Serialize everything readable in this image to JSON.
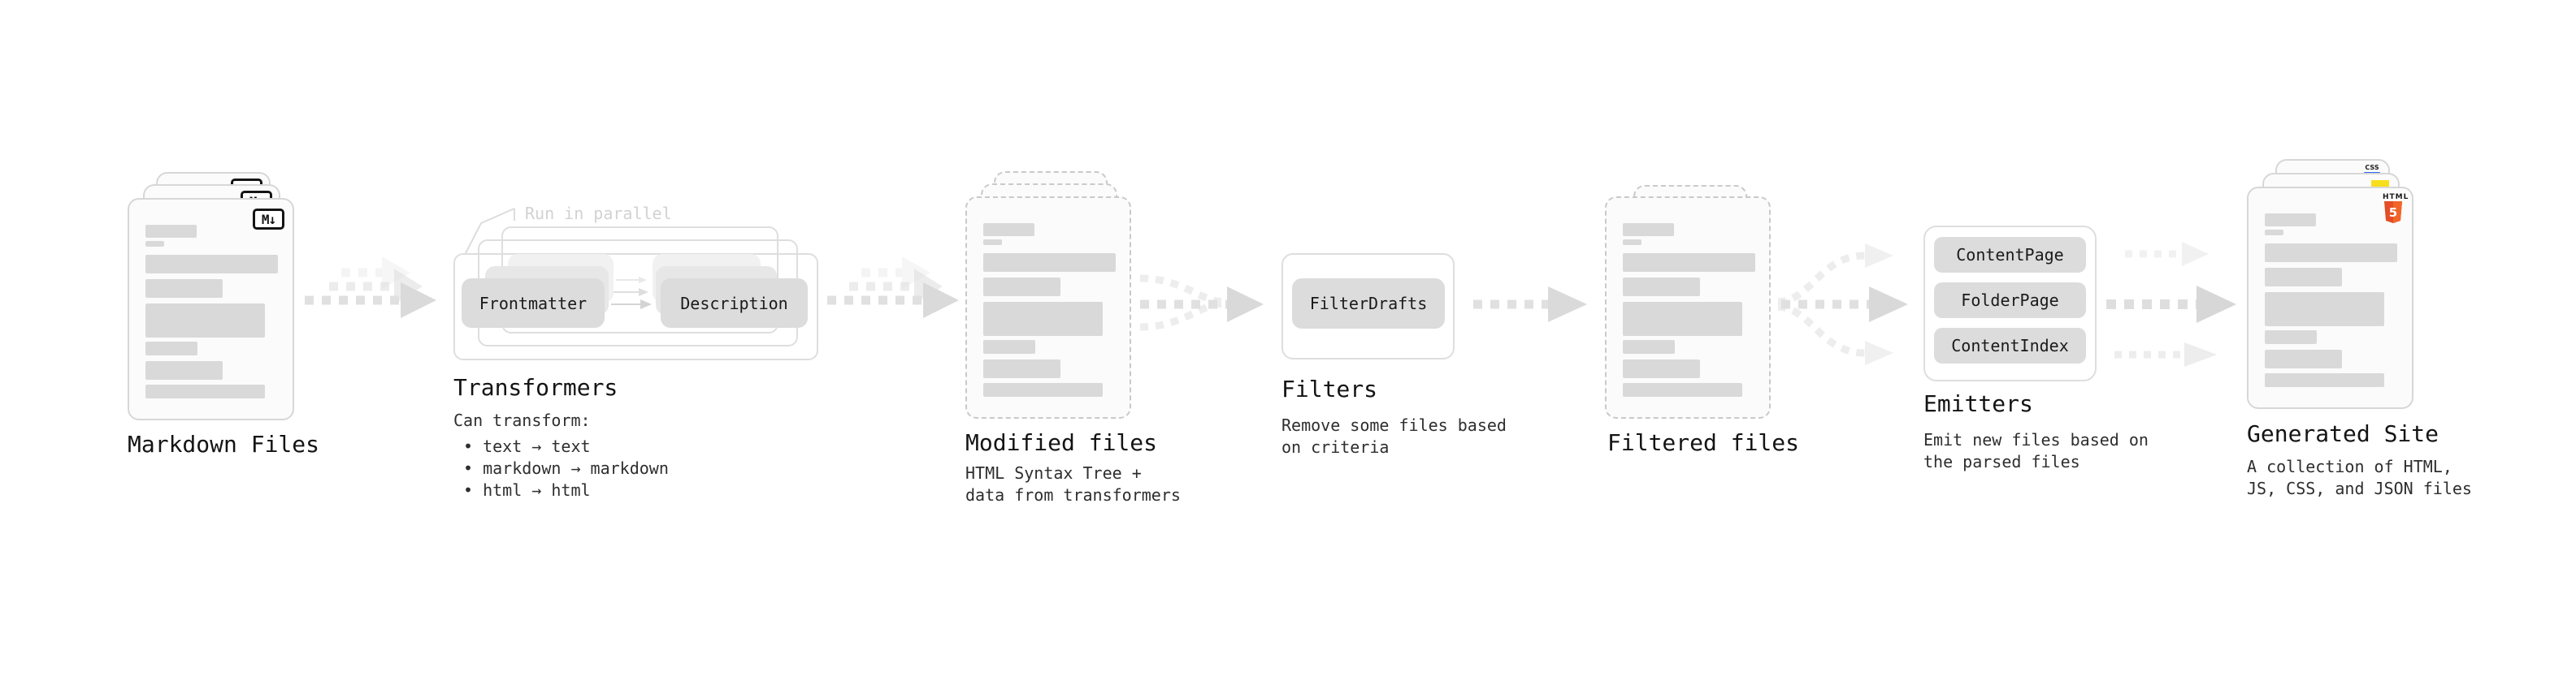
{
  "stages": {
    "markdown_files": {
      "label": "Markdown Files",
      "file_icon": "M↓"
    },
    "transformers": {
      "label": "Transformers",
      "callout": "Run in parallel",
      "boxes": [
        "Frontmatter",
        "Description"
      ],
      "description_heading": "Can transform:",
      "bullets": [
        "• text → text",
        "• markdown → markdown",
        "• html → html"
      ]
    },
    "modified_files": {
      "label": "Modified files",
      "description": [
        "HTML Syntax Tree +",
        "data from transformers"
      ]
    },
    "filters": {
      "label": "Filters",
      "boxes": [
        "FilterDrafts"
      ],
      "description": [
        "Remove some files based",
        "on criteria"
      ]
    },
    "filtered_files": {
      "label": "Filtered files"
    },
    "emitters": {
      "label": "Emitters",
      "boxes": [
        "ContentPage",
        "FolderPage",
        "ContentIndex"
      ],
      "description": [
        "Emit new files based on",
        "the parsed files"
      ]
    },
    "generated_site": {
      "label": "Generated Site",
      "description": [
        "A collection of HTML,",
        "JS, CSS, and JSON files"
      ],
      "icons": {
        "html_text": "HTML",
        "html_number": "5",
        "css_text": "CSS"
      }
    }
  },
  "colors": {
    "background": "#ffffff",
    "card_fill": "#fbfbfb",
    "card_border": "#d7d7d7",
    "dashed_border": "#c9c9c9",
    "content_bar": "#d9d9d9",
    "pill_fill": "#dcdcdc",
    "arrow_gray": "#e0e0e0",
    "text_primary": "#141414",
    "text_secondary": "#2e2e2e",
    "callout_gray": "#d2d2d2",
    "html5_orange": "#e44d26",
    "js_yellow": "#f7df1e",
    "css_blue": "#2965f1"
  }
}
